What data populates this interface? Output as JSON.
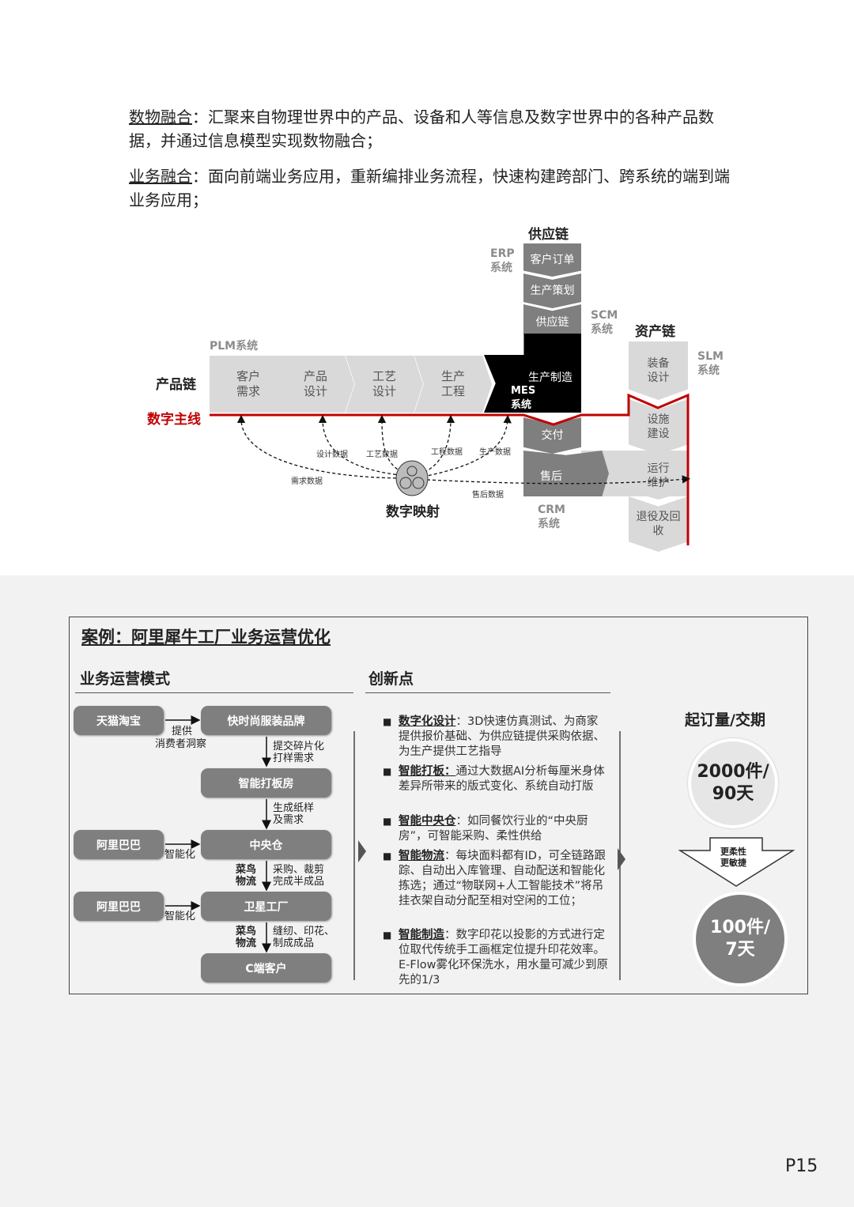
{
  "intro": [
    {
      "term": "数物融合",
      "text": "：汇聚来自物理世界中的产品、设备和人等信息及数字世界中的各种产品数据，并通过信息模型实现数物融合；"
    },
    {
      "term": "业务融合",
      "text": "：面向前端业务应用，重新编排业务流程，快速构建跨部门、跨系统的端到端业务应用；"
    }
  ],
  "diagram": {
    "supply_chain_title": "供应链",
    "asset_chain_title": "资产链",
    "product_chain_label": "产品链",
    "digital_thread_label": "数字主线",
    "digital_mapping_label": "数字映射",
    "plm": "PLM系统",
    "erp": [
      "ERP",
      "系统"
    ],
    "scm": [
      "SCM",
      "系统"
    ],
    "slm": [
      "SLM",
      "系统"
    ],
    "crm": [
      "CRM",
      "系统"
    ],
    "mes": [
      "MES",
      "系统"
    ],
    "product_steps": [
      [
        "客户",
        "需求"
      ],
      [
        "产品",
        "设计"
      ],
      [
        "工艺",
        "设计"
      ],
      [
        "生产",
        "工程"
      ]
    ],
    "supply_steps": [
      "客户订单",
      "生产策划",
      "供应链",
      "生产制造",
      "交付",
      "售后"
    ],
    "asset_steps": [
      [
        "装备",
        "设计"
      ],
      [
        "设施",
        "建设"
      ],
      [
        "运行",
        "维护"
      ],
      [
        "退役及回",
        "收"
      ]
    ],
    "data_labels": [
      "设计数据",
      "工艺数据",
      "工程数据",
      "生产数据",
      "需求数据",
      "售后数据"
    ]
  },
  "case": {
    "title": "案例：阿里犀牛工厂业务运营优化",
    "left_heading": "业务运营模式",
    "mid_heading": "创新点",
    "flow": {
      "boxes": [
        "天猫淘宝",
        "快时尚服装品牌",
        "智能打板房",
        "阿里巴巴",
        "中央仓",
        "阿里巴巴",
        "卫星工厂",
        "C端客户"
      ],
      "labels": [
        "提供",
        "消费者洞察",
        "提交碎片化",
        "打样需求",
        "生成纸样",
        "及需求",
        "智能化",
        "采购、裁剪",
        "完成半成品",
        "智能化",
        "缝纫、印花、",
        "制成成品"
      ],
      "logistics": [
        "菜鸟",
        "物流"
      ]
    },
    "innovations": [
      {
        "term": "数字化设计",
        "text": "：3D快速仿真测试、为商家提供报价基础、为供应链提供采购依据、为生产提供工艺指导"
      },
      {
        "term": "智能打板：",
        "text": "通过大数据AI分析每厘米身体差异所带来的版式变化、系统自动打版"
      },
      {
        "term": "智能中央仓",
        "text": "：如同餐饮行业的“中央厨房”，可智能采购、柔性供给"
      },
      {
        "term": "智能物流",
        "text": "：每块面料都有ID，可全链路跟踪、自动出入库管理、自动配送和智能化拣选；通过“物联网+人工智能技术”将吊挂衣架自动分配至相对空闲的工位；"
      },
      {
        "term": "智能制造",
        "text": "：数字印花以投影的方式进行定位取代传统手工画框定位提升印花效率。E-Flow雾化环保洗水，用水量可减少到原先的1/3"
      }
    ],
    "right": {
      "heading": "起订量/交期",
      "before": [
        "2000件/",
        "90天"
      ],
      "arrow": [
        "更柔性",
        "更敏捷"
      ],
      "after": [
        "100件/",
        "7天"
      ]
    }
  },
  "page_number": "P15",
  "colors": {
    "red": "#c00000",
    "dark_gray": "#7f7f7f",
    "light_gray": "#d9d9d9"
  }
}
